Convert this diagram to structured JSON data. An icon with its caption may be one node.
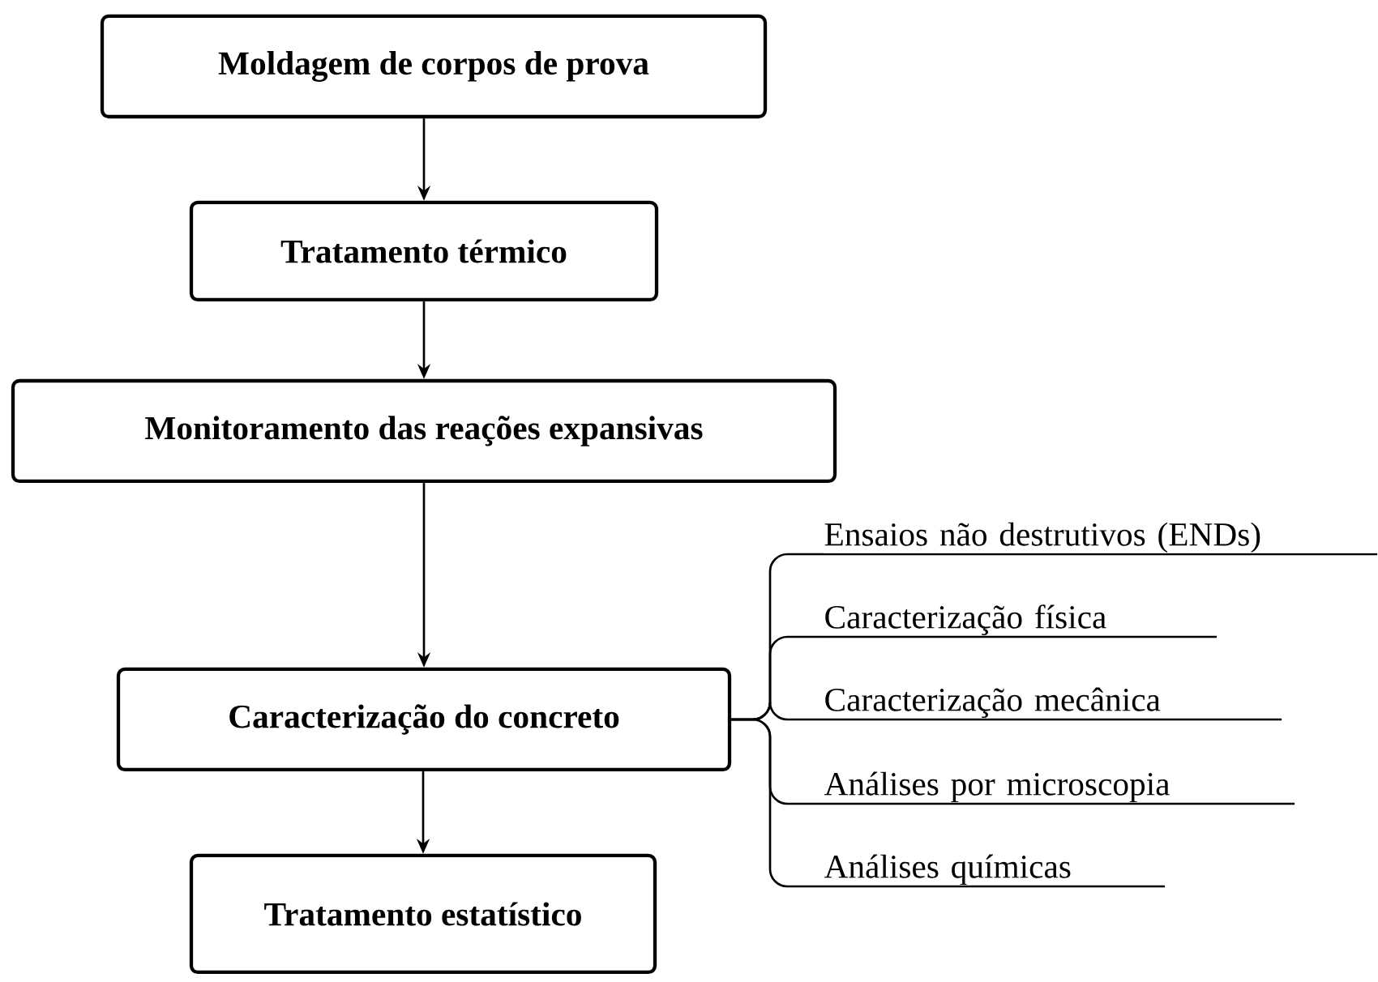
{
  "diagram": {
    "nodes": [
      {
        "text": [
          "Moldagem de corpos de prova"
        ]
      },
      {
        "text": [
          "Tratamento térmico"
        ]
      },
      {
        "text": [
          "Monitoramento das reações expansivas"
        ]
      },
      {
        "text": [
          "Caracterização do concreto"
        ]
      },
      {
        "text": [
          "Tratamento estatístico"
        ]
      },
      {
        "text": [
          "Ensaios não destrutivos (ENDs)"
        ]
      },
      {
        "text": [
          "Caracterização física"
        ]
      },
      {
        "text": [
          "Caracterização mecânica"
        ]
      },
      {
        "text": [
          "Análises por microscopia"
        ]
      },
      {
        "text": [
          "Análises químicas"
        ]
      }
    ],
    "edges": [
      {
        "from": 0,
        "to": 1,
        "arrow": "to"
      },
      {
        "from": 1,
        "to": 2,
        "arrow": "to"
      },
      {
        "from": 2,
        "to": 3,
        "arrow": "to"
      },
      {
        "from": 3,
        "to": 4,
        "arrow": "to"
      },
      {
        "from": 3,
        "to": 5,
        "arrow": "none"
      },
      {
        "from": 3,
        "to": 6,
        "arrow": "none"
      },
      {
        "from": 3,
        "to": 7,
        "arrow": "none"
      },
      {
        "from": 3,
        "to": 8,
        "arrow": "none"
      },
      {
        "from": 3,
        "to": 9,
        "arrow": "none"
      }
    ]
  }
}
